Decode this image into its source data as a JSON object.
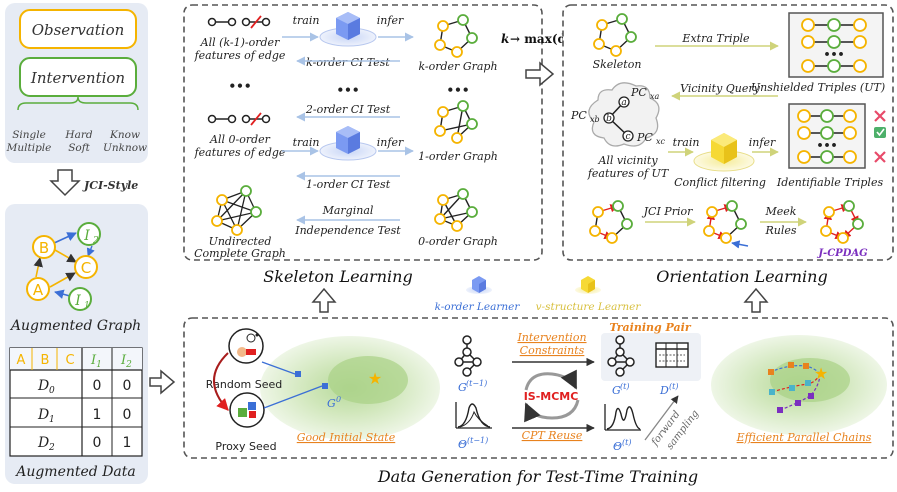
{
  "left_panel": {
    "observation_label": "Observation",
    "intervention_label": "Intervention",
    "intervention_types": [
      {
        "line1": "Single",
        "line2": "Multiple"
      },
      {
        "line1": "Hard",
        "line2": "Soft"
      },
      {
        "line1": "Know",
        "line2": "Unknow"
      }
    ],
    "jci_style_label": "JCI-Style",
    "graph_nodes": {
      "a": "A",
      "b": "B",
      "c": "C",
      "i1": "I",
      "i1_sub": "1",
      "i2": "I",
      "i2_sub": "2"
    },
    "augmented_graph_label": "Augmented Graph",
    "table": {
      "headers": [
        "A",
        "B",
        "C",
        "I1",
        "I2"
      ],
      "rows": [
        {
          "name": "D",
          "sub": "0",
          "i1": "0",
          "i2": "0"
        },
        {
          "name": "D",
          "sub": "1",
          "i1": "1",
          "i2": "0"
        },
        {
          "name": "D",
          "sub": "2",
          "i1": "0",
          "i2": "1"
        }
      ]
    },
    "augmented_data_label": "Augmented Data"
  },
  "skeleton": {
    "title": "Skeleton Learning",
    "all_k1_line1": "All (k-1)-order",
    "all_k1_line2": "features of edge",
    "train": "train",
    "infer": "infer",
    "k_order_ci": "k-order CI Test",
    "k_order_graph": "k-order Graph",
    "dots": "•••",
    "two_order_ci": "2-order CI Test",
    "all0_line1": "All 0-order",
    "all0_line2": "features of edge",
    "one_order_graph": "1-order Graph",
    "one_order_ci": "1-order CI Test",
    "marginal_line1": "Marginal",
    "marginal_line2": "Independence Test",
    "undirected_line1": "Undirected",
    "undirected_line2": "Complete Graph",
    "zero_order_graph": "0-order Graph"
  },
  "bridge_label_k": "k",
  "bridge_label_rest": "→ max(d)",
  "orientation": {
    "title": "Orientation Learning",
    "skeleton": "Skeleton",
    "extra_triple": "Extra Triple",
    "unshielded": "Unshielded Triples (UT)",
    "vicinity_query": "Vicinity Query",
    "pc_a": "PC",
    "pc_a_sub": "xa",
    "pc_b": "PC",
    "pc_b_sub": "xb",
    "pc_c": "PC",
    "pc_c_sub": "xc",
    "node_a": "a",
    "node_b": "b",
    "node_c": "c",
    "all_vicinity_line1": "All vicinity",
    "all_vicinity_line2": "features of UT",
    "train": "train",
    "infer": "infer",
    "conflict": "Conflict filtering",
    "identifiable": "Identifiable Triples",
    "jci_prior": "JCI Prior",
    "meek_line1": "Meek",
    "meek_line2": "Rules",
    "jcpdag": "J-CPDAG"
  },
  "legend": {
    "k_learner": "k-order Learner",
    "v_learner": "v-structure Learner"
  },
  "data_gen": {
    "title": "Data Generation for Test-Time Training",
    "random_seed": "Random Seed",
    "proxy_seed": "Proxy Seed",
    "g0": "G",
    "g0_sup": "0",
    "good_initial": "Good Initial State",
    "g_prev": "G",
    "g_prev_sup": "(t−1)",
    "theta_prev": "Θ",
    "theta_prev_sup": "(t−1)",
    "intervention_line1": "Intervention",
    "intervention_line2": "Constraints",
    "is_mcmc": "IS-MCMC",
    "cpt_reuse": "CPT Reuse",
    "training_pair": "Training Pair",
    "g_t": "G",
    "g_t_sup": "(t)",
    "d_t": "D",
    "d_t_sup": "(t)",
    "theta_t": "Θ",
    "theta_t_sup": "(t)",
    "forward_line1": "forward",
    "forward_line2": "sampling",
    "efficient": "Efficient Parallel Chains"
  },
  "colors": {
    "orange": "#f5b400",
    "green": "#5aad3c",
    "blue": "#3b6fd6",
    "red": "#e02020",
    "dash": "#555555",
    "cube_blue": "#6b8ef0",
    "cube_yellow": "#f6d935",
    "accent_orange": "#e8821e",
    "purple": "#7b2fbf"
  }
}
